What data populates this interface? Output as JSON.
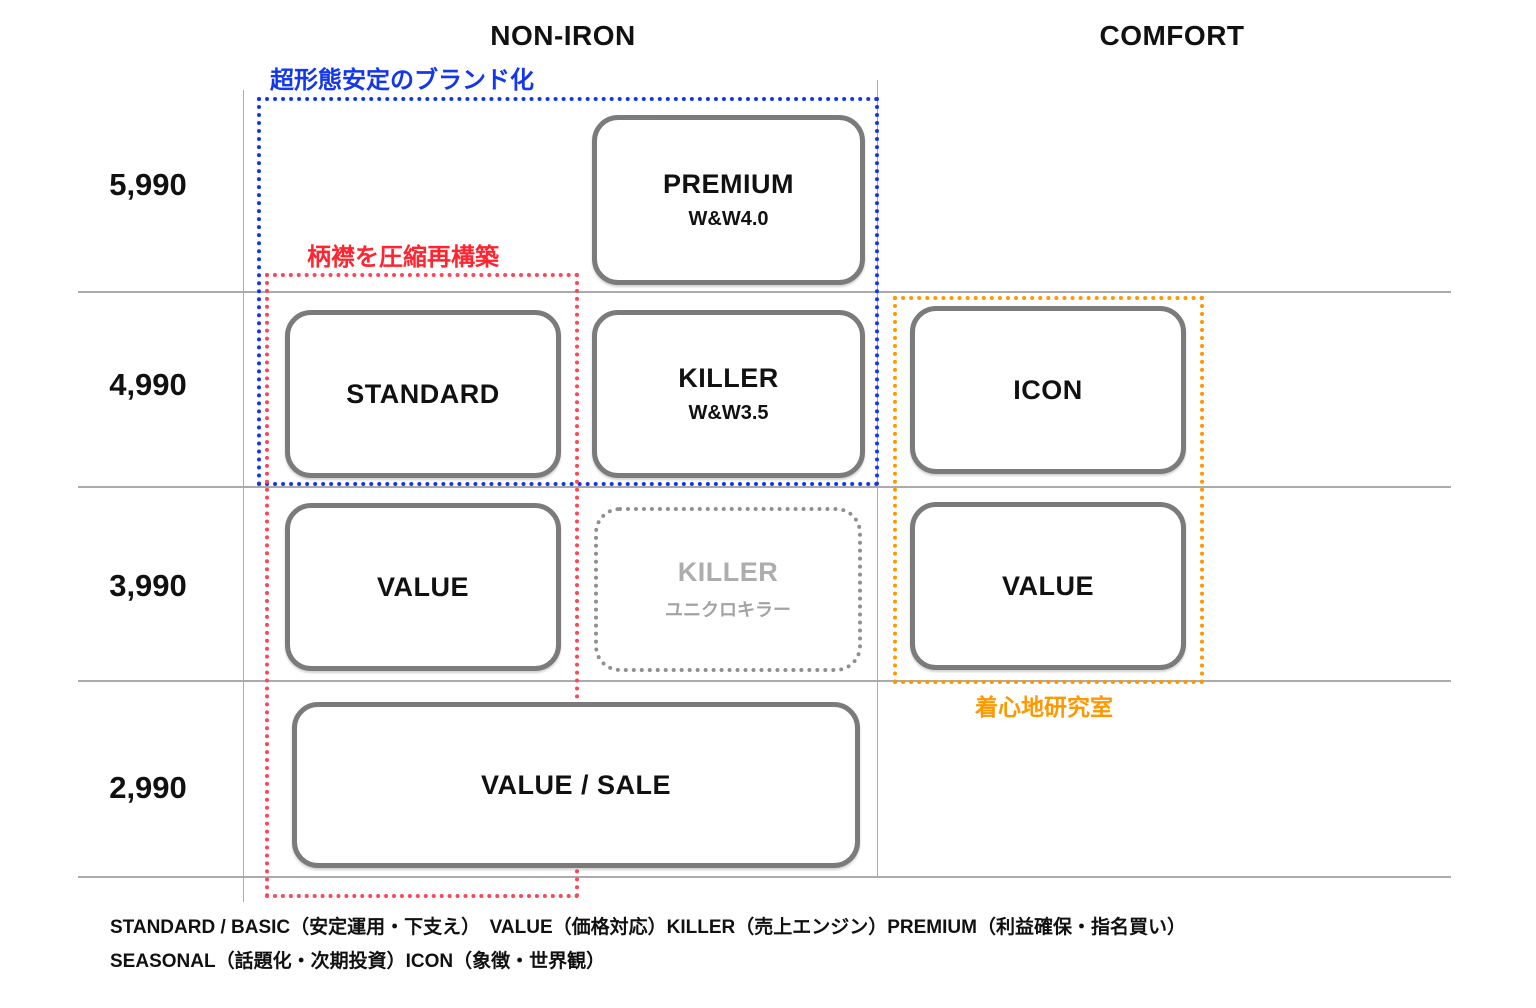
{
  "columns": {
    "left": "NON-IRON",
    "right": "COMFORT"
  },
  "prices": [
    "5,990",
    "4,990",
    "3,990",
    "2,990"
  ],
  "annotations": {
    "blue": {
      "label": "超形態安定のブランド化"
    },
    "red": {
      "label": "柄襟を圧縮再構築"
    },
    "orange": {
      "label": "着心地研究室"
    }
  },
  "boxes": {
    "premium": {
      "title": "PREMIUM",
      "subtitle": "W&W4.0"
    },
    "standard": {
      "title": "STANDARD"
    },
    "killer": {
      "title": "KILLER",
      "subtitle": "W&W3.5"
    },
    "icon": {
      "title": "ICON"
    },
    "value_noniron": {
      "title": "VALUE"
    },
    "killer_ghost": {
      "title": "KILLER",
      "subtitle": "ユニクロキラー"
    },
    "value_comfort": {
      "title": "VALUE"
    },
    "value_sale": {
      "title": "VALUE / SALE"
    }
  },
  "legend": {
    "line1": "STANDARD / BASIC（安定運用・下支え）　VALUE（価格対応）KILLER（売上エンジン）PREMIUM（利益確保・指名買い）",
    "line2": "SEASONAL（話題化・次期投資）ICON（象徴・世界観）"
  },
  "colors": {
    "blue": "#1437ee",
    "red": "#ff2430",
    "reddot": "#fb4757",
    "orange": "#ff9800",
    "line": "#ababab",
    "boxborder": "#7b7b7b",
    "ghost": "#8f8f8f"
  }
}
